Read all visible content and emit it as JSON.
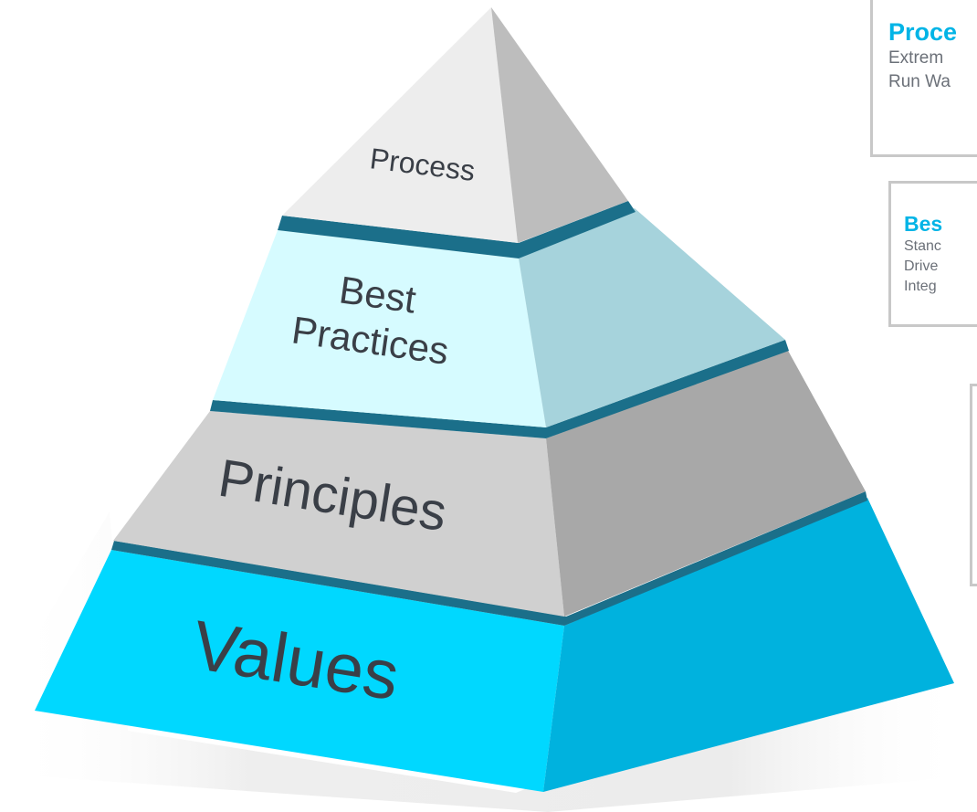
{
  "pyramid": {
    "layers": [
      {
        "id": "process",
        "label": "Process",
        "color": "#ededed"
      },
      {
        "id": "best-practices",
        "label_line1": "Best",
        "label_line2": "Practices",
        "color": "#d6fbff"
      },
      {
        "id": "principles",
        "label": "Principles",
        "color": "#d0d0d0"
      },
      {
        "id": "values",
        "label": "Values",
        "color": "#00d8ff"
      }
    ],
    "separator_color": "#1b6f8a"
  },
  "side_boxes": {
    "process": {
      "title": "Proce",
      "lines": [
        "Extrem",
        "Run Wa"
      ]
    },
    "best_practices": {
      "title": "Bes",
      "lines": [
        "Stanc",
        "Drive",
        "Integ"
      ]
    }
  },
  "colors": {
    "accent": "#00b4e6",
    "box_border": "#c8c8c8",
    "body_text": "#6b7078",
    "label_text": "#3a3f47"
  }
}
